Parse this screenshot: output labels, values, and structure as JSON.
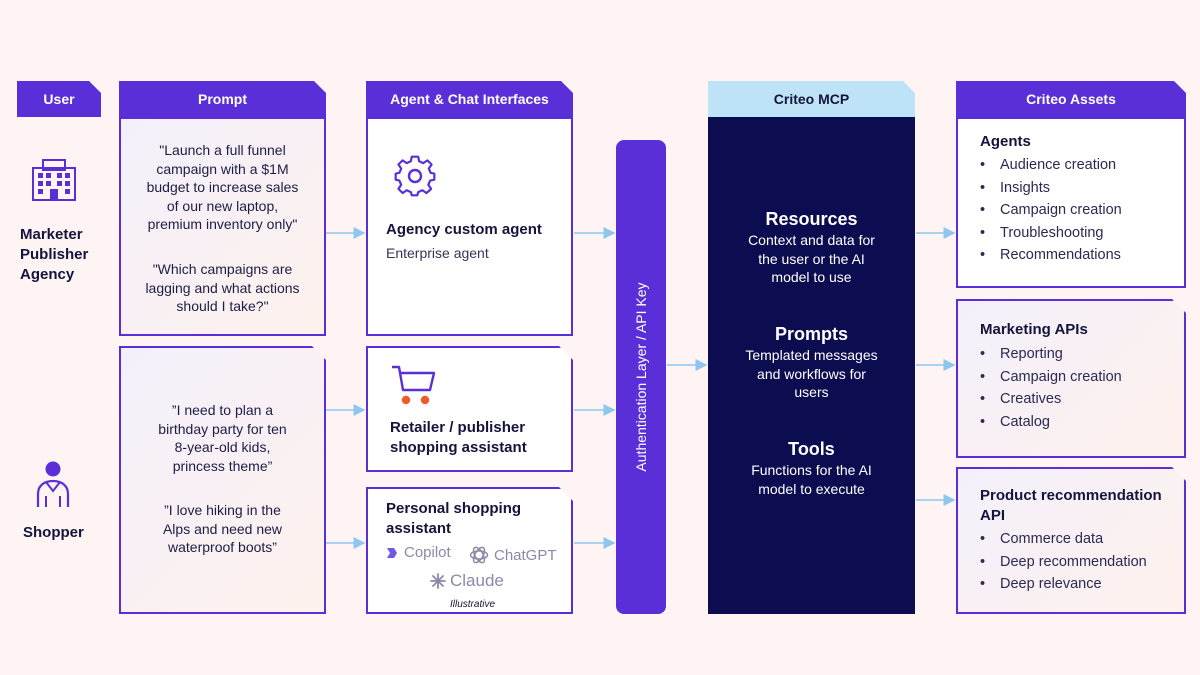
{
  "headers": {
    "user": "User",
    "prompt": "Prompt",
    "agents": "Agent & Chat Interfaces",
    "mcp": "Criteo MCP",
    "assets": "Criteo Assets"
  },
  "users": {
    "marketer": {
      "line1": "Marketer",
      "line2": "Publisher",
      "line3": "Agency",
      "icon": "building-icon"
    },
    "shopper": {
      "label": "Shopper",
      "icon": "person-icon"
    }
  },
  "prompts": {
    "p1": [
      "\"Launch a full funnel",
      "campaign with a $1M",
      "budget to increase sales",
      "of our new laptop,",
      "premium inventory only\""
    ],
    "p2": [
      "\"Which campaigns are",
      "lagging and what actions",
      "should I take?\""
    ],
    "p3": [
      "”I need to plan a",
      "birthday party for ten",
      "8-year-old kids,",
      "princess theme”"
    ],
    "p4": [
      "”I love hiking in the",
      "Alps and need new",
      "waterproof boots”"
    ]
  },
  "agents": {
    "custom": {
      "title": "Agency custom agent",
      "subtitle": "Enterprise agent",
      "icon": "gear-icon"
    },
    "retailer": {
      "line1": "Retailer / publisher",
      "line2": "shopping assistant",
      "icon": "cart-icon"
    },
    "personal": {
      "line1": "Personal shopping",
      "line2": "assistant",
      "logos": [
        "Copilot",
        "ChatGPT",
        "Claude"
      ],
      "note": "Illustrative"
    }
  },
  "auth_layer": "Authentication Layer / API Key",
  "mcp": {
    "resources": {
      "title": "Resources",
      "desc": [
        "Context and data for",
        "the user or the AI",
        "model to use"
      ]
    },
    "prompts": {
      "title": "Prompts",
      "desc": [
        "Templated messages",
        "and workflows for",
        "users"
      ]
    },
    "tools": {
      "title": "Tools",
      "desc": [
        "Functions for the AI",
        "model to execute"
      ]
    }
  },
  "assets": {
    "agents": {
      "title": "Agents",
      "items": [
        "Audience creation",
        "Insights",
        "Campaign creation",
        "Troubleshooting",
        "Recommendations"
      ]
    },
    "marketing": {
      "title": "Marketing APIs",
      "items": [
        "Reporting",
        "Campaign creation",
        "Creatives",
        "Catalog"
      ]
    },
    "product": {
      "title_line1": "Product recommendation",
      "title_line2": "API",
      "items": [
        "Commerce data",
        "Deep recommendation",
        "Deep relevance"
      ]
    }
  },
  "colors": {
    "purple": "#5b2fd8",
    "navy": "#0c0c50",
    "light_blue": "#bfe3f6",
    "arrow": "#8fc6ee",
    "orange": "#f05a28",
    "background": "#fdf4f3"
  }
}
